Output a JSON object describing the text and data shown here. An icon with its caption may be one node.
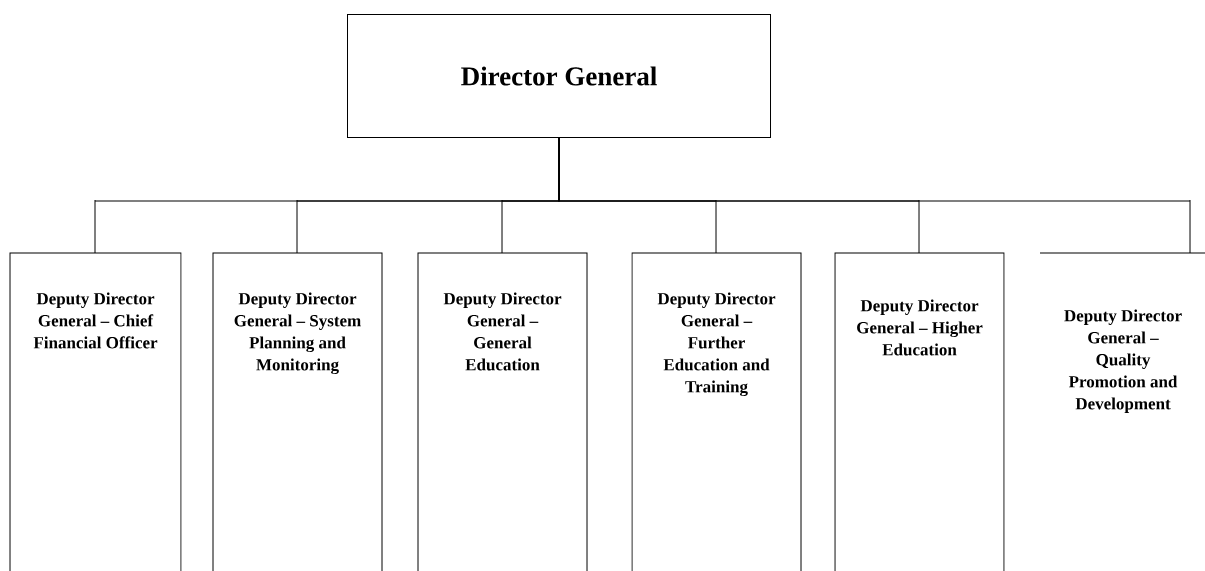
{
  "diagram": {
    "nodes": [
      {
        "text": [
          "Director General"
        ]
      },
      {
        "text": [
          "Deputy Director General – Chief Financial Officer"
        ]
      },
      {
        "text": [
          "Deputy Director General – System Planning and Monitoring"
        ]
      },
      {
        "text": [
          "Deputy Director General – General Education"
        ]
      },
      {
        "text": [
          "Deputy Director General – Further Education and Training"
        ]
      },
      {
        "text": [
          "Deputy Director General – Higher Education"
        ]
      },
      {
        "text": [
          "Deputy Director General – Quality Promotion and Development"
        ]
      }
    ],
    "edges": [
      {
        "from": 0,
        "to": 1,
        "arrow": "none"
      },
      {
        "from": 0,
        "to": 2,
        "arrow": "none"
      },
      {
        "from": 0,
        "to": 3,
        "arrow": "none"
      },
      {
        "from": 0,
        "to": 4,
        "arrow": "none"
      },
      {
        "from": 0,
        "to": 5,
        "arrow": "none"
      },
      {
        "from": 0,
        "to": 6,
        "arrow": "none"
      }
    ]
  }
}
